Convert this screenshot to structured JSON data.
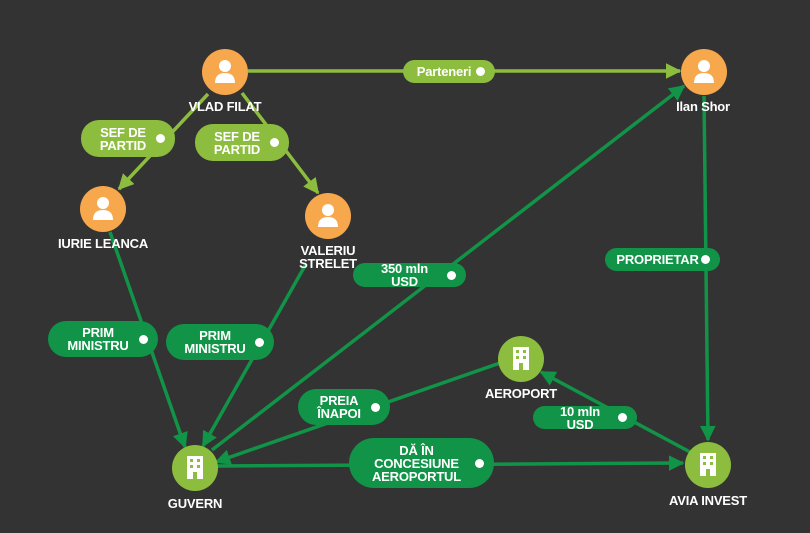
{
  "colors": {
    "person": "#f7a74c",
    "entity": "#8cbd3f",
    "edge_light": "#8cbd3f",
    "edge_dark": "#119447",
    "background": "#333333"
  },
  "nodes": {
    "vlad_filat": {
      "label": "VLAD FILAT",
      "icon": "person-icon"
    },
    "ilan_shor": {
      "label": "Ilan Shor",
      "icon": "person-icon"
    },
    "iurie_leanca": {
      "label": "IURIE LEANCA",
      "icon": "person-icon"
    },
    "valeriu_strelet": {
      "label": "VALERIU\nSTRELET",
      "icon": "person-icon"
    },
    "aeroport": {
      "label": "AEROPORT",
      "icon": "building-icon"
    },
    "guvern": {
      "label": "GUVERN",
      "icon": "building-icon"
    },
    "avia_invest": {
      "label": "AVIA INVEST",
      "icon": "building-icon"
    }
  },
  "edges": {
    "parteneri": "Parteneri",
    "sef_de_partid_1": "SEF DE\nPARTID",
    "sef_de_partid_2": "SEF DE\nPARTID",
    "proprietar": "PROPRIETAR",
    "mln_350": "350 mln USD",
    "prim_ministru_1": "PRIM\nMINISTRU",
    "prim_ministru_2": "PRIM\nMINISTRU",
    "preia_inapoi": "PREIA\nÎNAPOI",
    "mln_10": "10 mln USD",
    "da_in_concesiune": "DĂ ÎN\nCONCESIUNE\nAEROPORTUL"
  }
}
